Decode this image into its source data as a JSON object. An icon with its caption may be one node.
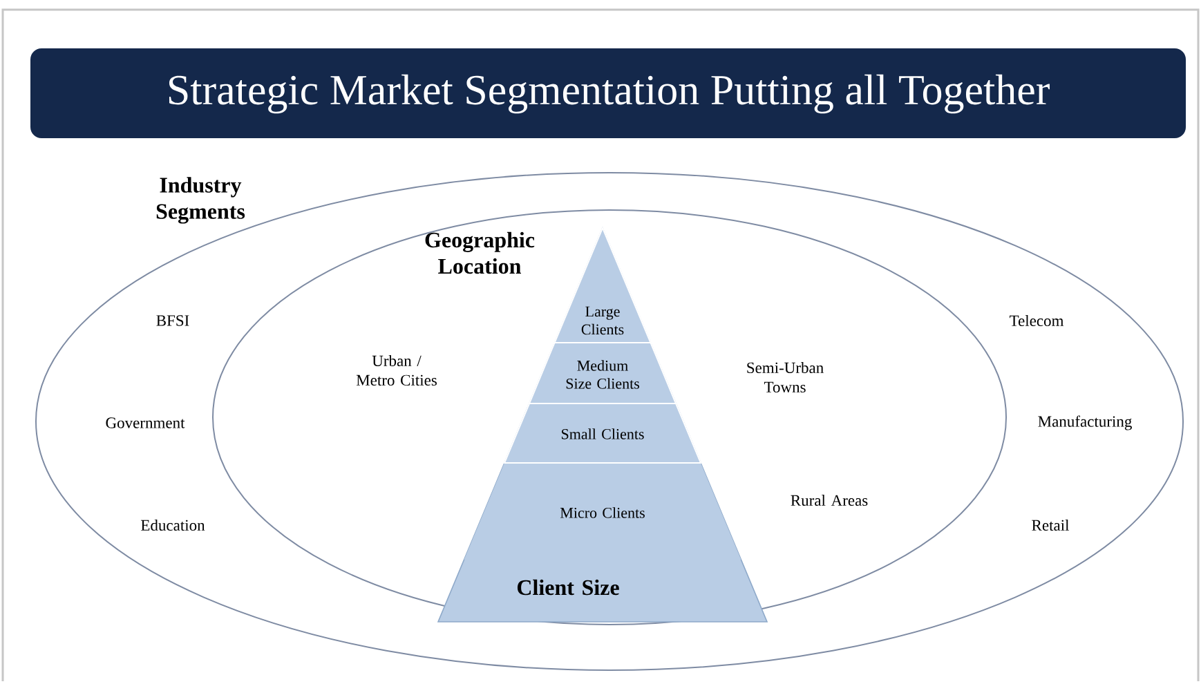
{
  "diagram": {
    "title": "Strategic Market Segmentation Putting all Together",
    "nodes": [
      {
        "text": [
          "Industry Segments",
          "BFSI",
          "Government",
          "Education",
          "Telecom",
          "Manufacturing",
          "Retail"
        ]
      },
      {
        "text": [
          "Geographic Location",
          "Urban / Metro Cities",
          "Semi-Urban Towns",
          "Rural Areas"
        ],
        "in": 0
      },
      {
        "text": [
          "Client Size"
        ],
        "in": 1
      },
      {
        "text": [
          "Large Clients"
        ],
        "in": 2
      },
      {
        "text": [
          "Medium Size Clients"
        ],
        "in": 2
      },
      {
        "text": [
          "Small Clients"
        ],
        "in": 2
      },
      {
        "text": [
          "Micro Clients"
        ],
        "in": 2
      }
    ]
  }
}
